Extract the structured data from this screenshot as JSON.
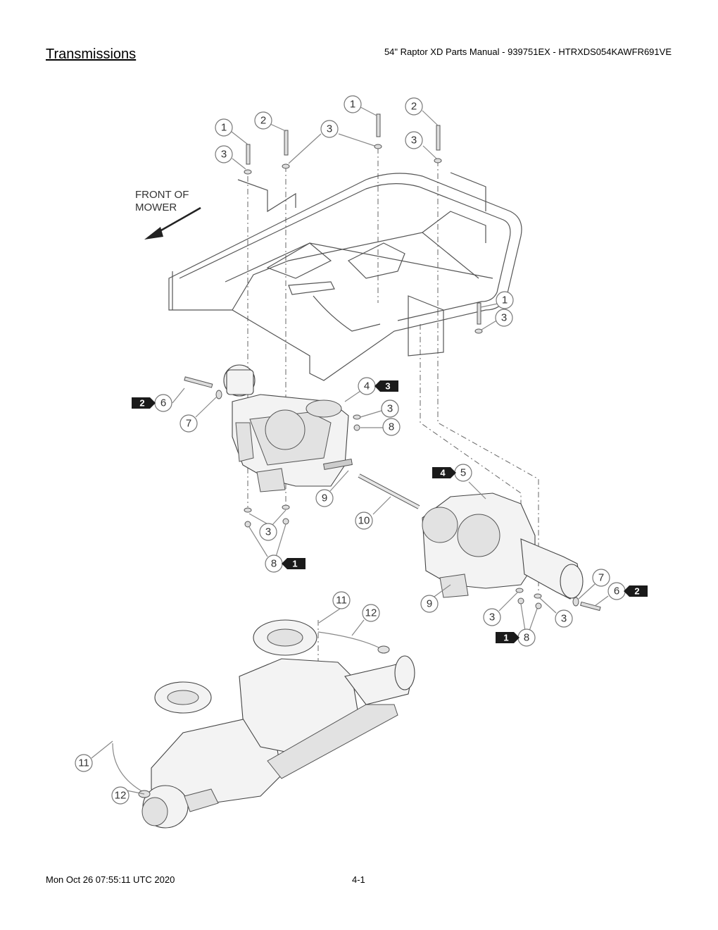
{
  "header": {
    "title": "Transmissions",
    "doc_id": "54\" Raptor XD Parts Manual - 939751EX - HTRXDS054KAWFR691VE"
  },
  "diagram": {
    "front_label_line1": "FRONT OF",
    "front_label_line2": "MOWER",
    "callouts": [
      {
        "num": "1"
      },
      {
        "num": "2"
      },
      {
        "num": "3"
      },
      {
        "num": "3"
      },
      {
        "num": "1"
      },
      {
        "num": "2"
      },
      {
        "num": "3"
      },
      {
        "num": "3"
      },
      {
        "num": "1"
      },
      {
        "num": "3"
      },
      {
        "num": "4"
      },
      {
        "num": "3"
      },
      {
        "num": "8"
      },
      {
        "num": "6"
      },
      {
        "num": "7"
      },
      {
        "num": "9"
      },
      {
        "num": "10"
      },
      {
        "num": "3"
      },
      {
        "num": "8"
      },
      {
        "num": "5"
      },
      {
        "num": "7"
      },
      {
        "num": "6"
      },
      {
        "num": "9"
      },
      {
        "num": "3"
      },
      {
        "num": "3"
      },
      {
        "num": "8"
      },
      {
        "num": "11"
      },
      {
        "num": "12"
      },
      {
        "num": "11"
      },
      {
        "num": "12"
      }
    ],
    "tags": [
      {
        "num": "3"
      },
      {
        "num": "2"
      },
      {
        "num": "1"
      },
      {
        "num": "4"
      },
      {
        "num": "2"
      },
      {
        "num": "1"
      }
    ]
  },
  "footer": {
    "date": "Mon Oct 26 07:55:11 UTC 2020",
    "page": "4-1"
  }
}
